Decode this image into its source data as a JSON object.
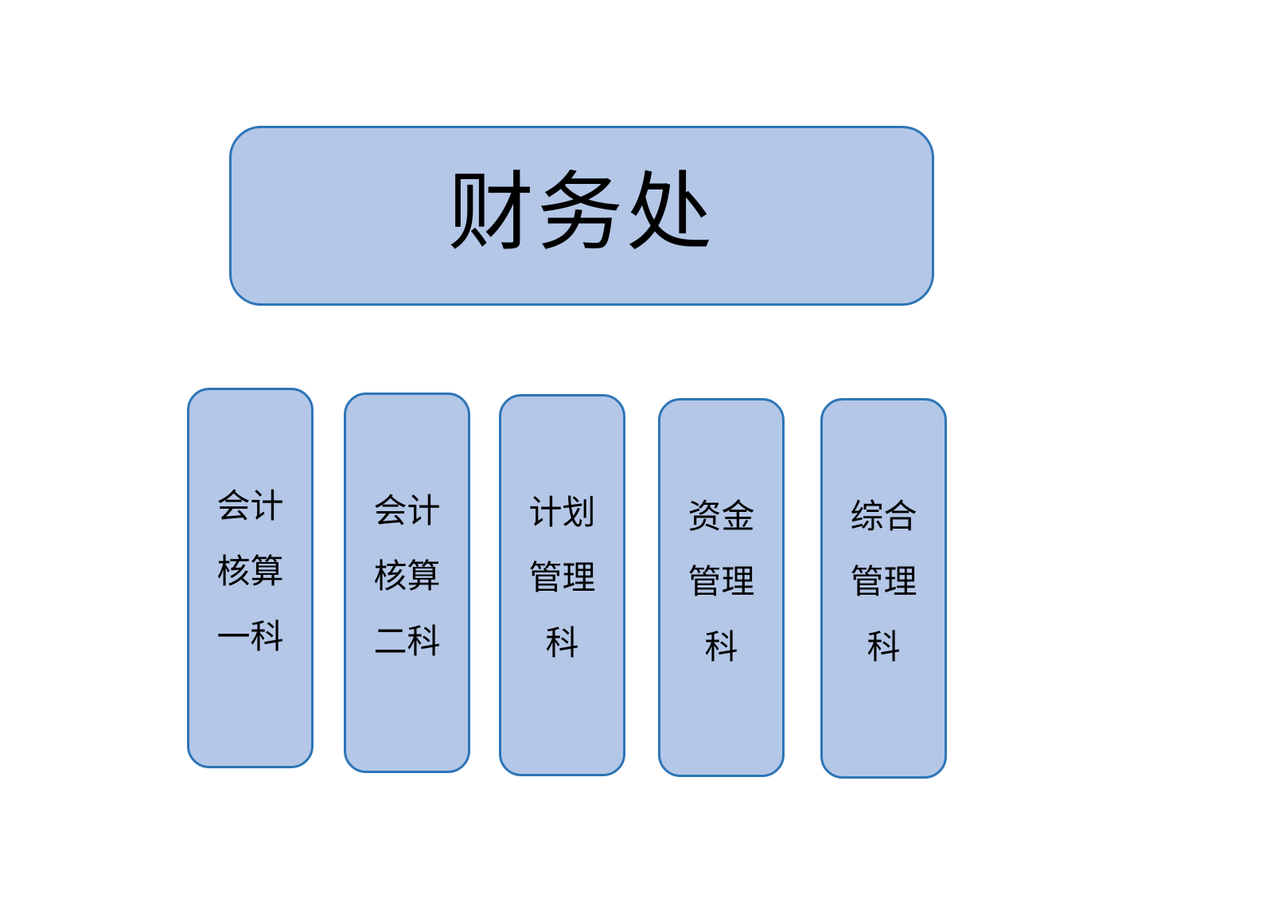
{
  "diagram": {
    "root": {
      "label": "财务处"
    },
    "departments": [
      {
        "label": "会计核算一科"
      },
      {
        "label": "会计核算二科"
      },
      {
        "label": "计划管理科"
      },
      {
        "label": "资金管理科"
      },
      {
        "label": "综合管理科"
      }
    ]
  },
  "colors": {
    "box_fill": "#b4c7e7",
    "box_border": "#2e75b6",
    "text": "#000000",
    "background": "#ffffff"
  }
}
